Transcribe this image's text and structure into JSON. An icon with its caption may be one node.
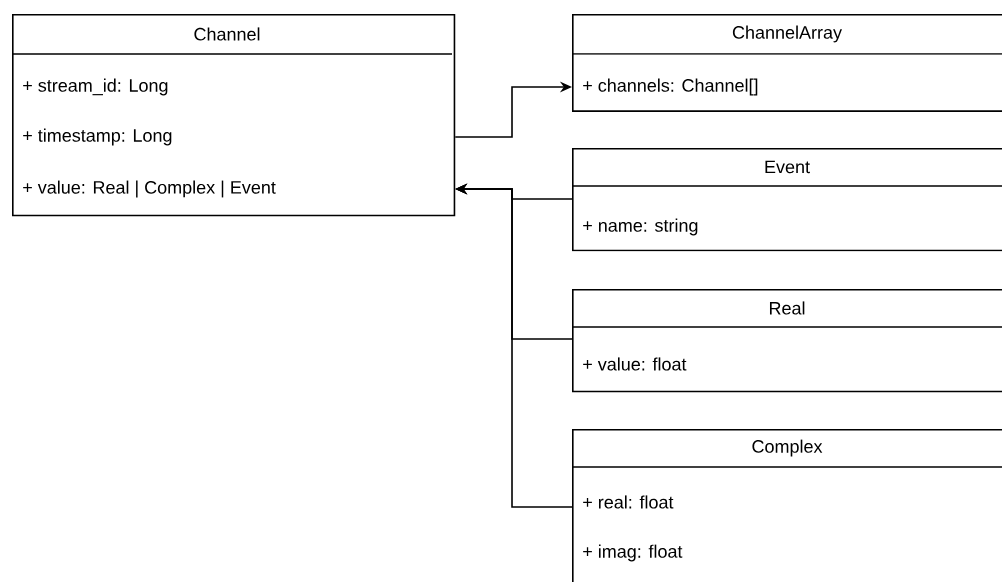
{
  "diagram": {
    "nodes": [
      {
        "text": [
          "Channel",
          "+ stream_id: Long",
          "+ timestamp: Long",
          "+ value: Real | Complex | Event"
        ]
      },
      {
        "text": [
          "ChannelArray",
          "+ channels: Channel[]"
        ]
      },
      {
        "text": [
          "Event",
          "+ name: string"
        ]
      },
      {
        "text": [
          "Real",
          "+ value: float"
        ]
      },
      {
        "text": [
          "Complex",
          "+ real: float",
          "+ imag: float"
        ]
      }
    ],
    "edges": [
      {
        "from": 0,
        "to": 1,
        "arrow": "to"
      },
      {
        "from": 2,
        "to": 0,
        "arrow": "to"
      },
      {
        "from": 3,
        "to": 0,
        "arrow": "to"
      },
      {
        "from": 4,
        "to": 0,
        "arrow": "to"
      }
    ]
  }
}
